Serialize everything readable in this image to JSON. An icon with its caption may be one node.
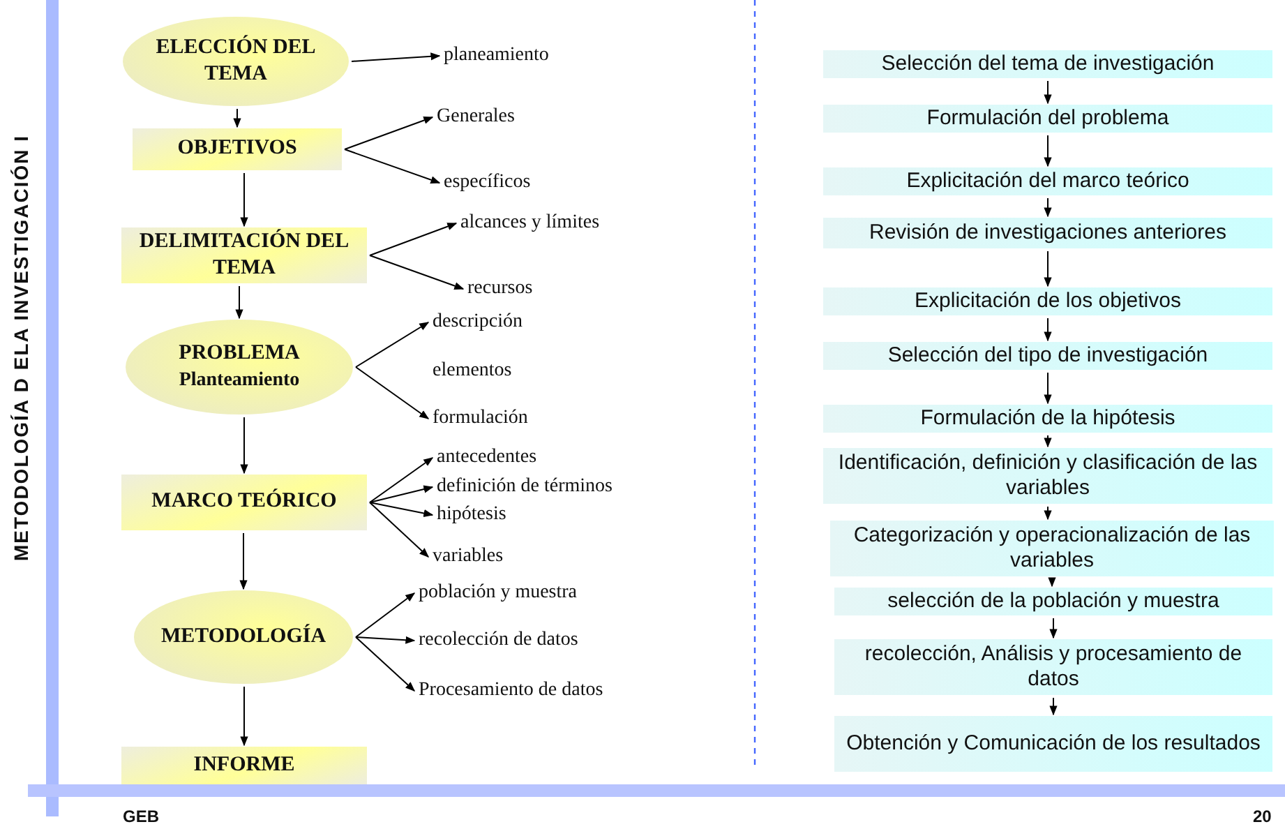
{
  "diagram": {
    "title": "METODOLOGÍA D ELA INVESTIGACIÓN I",
    "nodes": [
      {
        "text": [
          "ELECCIÓN DEL TEMA"
        ]
      },
      {
        "text": [
          "planeamiento"
        ]
      },
      {
        "text": [
          "OBJETIVOS"
        ]
      },
      {
        "text": [
          "Generales"
        ]
      },
      {
        "text": [
          "específicos"
        ]
      },
      {
        "text": [
          "DELIMITACIÓN DEL TEMA"
        ]
      },
      {
        "text": [
          "alcances y límites"
        ]
      },
      {
        "text": [
          "recursos"
        ]
      },
      {
        "text": [
          "PROBLEMA",
          "Planteamiento"
        ]
      },
      {
        "text": [
          "descripción"
        ]
      },
      {
        "text": [
          "formulación"
        ]
      },
      {
        "text": [
          "MARCO TEÓRICO"
        ]
      },
      {
        "text": [
          "antecedentes"
        ]
      },
      {
        "text": [
          "definición de términos"
        ]
      },
      {
        "text": [
          "hipótesis"
        ]
      },
      {
        "text": [
          "variables"
        ]
      },
      {
        "text": [
          "METODOLOGÍA"
        ]
      },
      {
        "text": [
          "población y muestra"
        ]
      },
      {
        "text": [
          "recolección de datos"
        ]
      },
      {
        "text": [
          "Procesamiento de datos"
        ]
      },
      {
        "text": [
          "INFORME"
        ]
      },
      {
        "text": [
          "Selección del tema de investigación"
        ]
      },
      {
        "text": [
          "Formulación del problema"
        ]
      },
      {
        "text": [
          "Explicitación del marco teórico"
        ]
      },
      {
        "text": [
          "Revisión de investigaciones anteriores"
        ]
      },
      {
        "text": [
          "Explicitación de los objetivos"
        ]
      },
      {
        "text": [
          "Selección del tipo de investigación"
        ]
      },
      {
        "text": [
          "Formulación de la hipótesis"
        ]
      },
      {
        "text": [
          "Identificación, definición y clasificación de las variables"
        ]
      },
      {
        "text": [
          "Categorización y operacionalización de las variables"
        ]
      },
      {
        "text": [
          "selección de la población y muestra"
        ]
      },
      {
        "text": [
          "recolección, Análisis y procesamiento de datos"
        ]
      },
      {
        "text": [
          "Obtención y Comunicación de los resultados"
        ]
      }
    ],
    "edges": [
      {
        "from": 0,
        "to": 1,
        "arrow": "to"
      },
      {
        "from": 0,
        "to": 2,
        "arrow": "to"
      },
      {
        "from": 2,
        "to": 3,
        "arrow": "to"
      },
      {
        "from": 2,
        "to": 4,
        "arrow": "to"
      },
      {
        "from": 2,
        "to": 5,
        "arrow": "to"
      },
      {
        "from": 5,
        "to": 6,
        "arrow": "to"
      },
      {
        "from": 5,
        "to": 7,
        "arrow": "to"
      },
      {
        "from": 5,
        "to": 8,
        "arrow": "to"
      },
      {
        "from": 8,
        "to": 9,
        "arrow": "to"
      },
      {
        "from": 8,
        "to": 10,
        "arrow": "to"
      },
      {
        "from": 8,
        "to": 11,
        "arrow": "to"
      },
      {
        "from": 11,
        "to": 12,
        "arrow": "to"
      },
      {
        "from": 11,
        "to": 13,
        "arrow": "to"
      },
      {
        "from": 11,
        "to": 14,
        "arrow": "to"
      },
      {
        "from": 11,
        "to": 15,
        "arrow": "to"
      },
      {
        "from": 11,
        "to": 16,
        "arrow": "to"
      },
      {
        "from": 16,
        "to": 17,
        "arrow": "to"
      },
      {
        "from": 16,
        "to": 18,
        "arrow": "to"
      },
      {
        "from": 16,
        "to": 19,
        "arrow": "to"
      },
      {
        "from": 16,
        "to": 20,
        "arrow": "to"
      },
      {
        "from": 21,
        "to": 22,
        "arrow": "to"
      },
      {
        "from": 22,
        "to": 23,
        "arrow": "to"
      },
      {
        "from": 23,
        "to": 24,
        "arrow": "to"
      },
      {
        "from": 24,
        "to": 25,
        "arrow": "to"
      },
      {
        "from": 25,
        "to": 26,
        "arrow": "to"
      },
      {
        "from": 26,
        "to": 27,
        "arrow": "to"
      },
      {
        "from": 27,
        "to": 28,
        "arrow": "to"
      },
      {
        "from": 28,
        "to": 29,
        "arrow": "to"
      },
      {
        "from": 29,
        "to": 30,
        "arrow": "to"
      },
      {
        "from": 30,
        "to": 31,
        "arrow": "to"
      },
      {
        "from": 31,
        "to": 32,
        "arrow": "to"
      }
    ],
    "labels": [
      "elementos",
      "GEB",
      "20"
    ]
  }
}
